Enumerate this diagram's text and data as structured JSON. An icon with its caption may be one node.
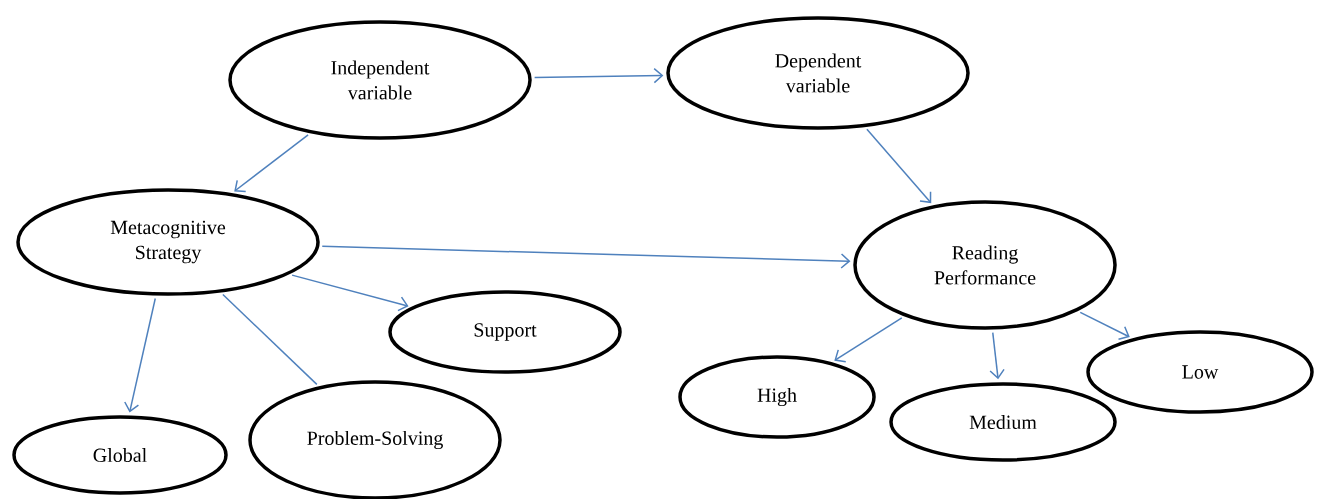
{
  "diagram": {
    "nodes": [
      {
        "text": [
          "Independent variable"
        ]
      },
      {
        "text": [
          "Dependent variable"
        ]
      },
      {
        "text": [
          "Metacognitive Strategy"
        ]
      },
      {
        "text": [
          "Reading Performance"
        ]
      },
      {
        "text": [
          "Support"
        ]
      },
      {
        "text": [
          "Global"
        ]
      },
      {
        "text": [
          "Problem-Solving"
        ]
      },
      {
        "text": [
          "High"
        ]
      },
      {
        "text": [
          "Medium"
        ]
      },
      {
        "text": [
          "Low"
        ]
      }
    ],
    "edges": [
      {
        "from": 0,
        "to": 1,
        "arrow": "to"
      },
      {
        "from": 0,
        "to": 2,
        "arrow": "to"
      },
      {
        "from": 1,
        "to": 3,
        "arrow": "to"
      },
      {
        "from": 2,
        "to": 3,
        "arrow": "to"
      },
      {
        "from": 2,
        "to": 4,
        "arrow": "to"
      },
      {
        "from": 2,
        "to": 5,
        "arrow": "to"
      },
      {
        "from": 2,
        "to": 6,
        "arrow": "none"
      },
      {
        "from": 3,
        "to": 7,
        "arrow": "to"
      },
      {
        "from": 3,
        "to": 8,
        "arrow": "to"
      },
      {
        "from": 3,
        "to": 9,
        "arrow": "to"
      }
    ]
  }
}
